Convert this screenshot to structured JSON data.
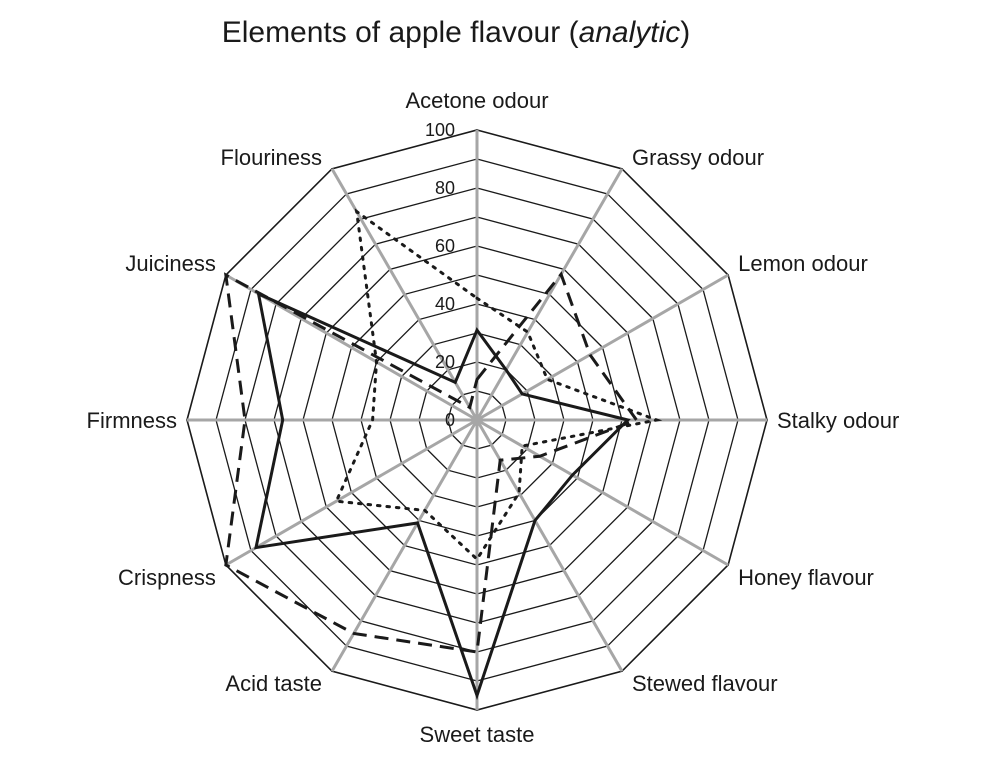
{
  "chart_data": {
    "type": "radar",
    "title": "Elements of apple flavour",
    "title_qualifier": "analytic",
    "axes": [
      "Acetone odour",
      "Grassy odour",
      "Lemon odour",
      "Stalky odour",
      "Honey flavour",
      "Stewed flavour",
      "Sweet taste",
      "Acid taste",
      "Crispness",
      "Firmness",
      "Juiciness",
      "Flouriness"
    ],
    "rlim": [
      0,
      100
    ],
    "ticks": [
      "0",
      "20",
      "40",
      "60",
      "80",
      "100"
    ],
    "tick_values": [
      0,
      20,
      40,
      60,
      80,
      100
    ],
    "grid": true,
    "grid_shape": "polygon",
    "series": [
      {
        "style": "solid",
        "values": [
          31,
          20,
          18,
          52,
          38,
          40,
          95,
          41,
          88,
          67,
          87,
          15
        ]
      },
      {
        "style": "dashed",
        "values": [
          14,
          58,
          45,
          55,
          25,
          16,
          80,
          85,
          100,
          80,
          100,
          5
        ]
      },
      {
        "style": "dotted",
        "values": [
          42,
          35,
          28,
          62,
          18,
          29,
          48,
          36,
          56,
          36,
          40,
          83
        ]
      }
    ]
  }
}
